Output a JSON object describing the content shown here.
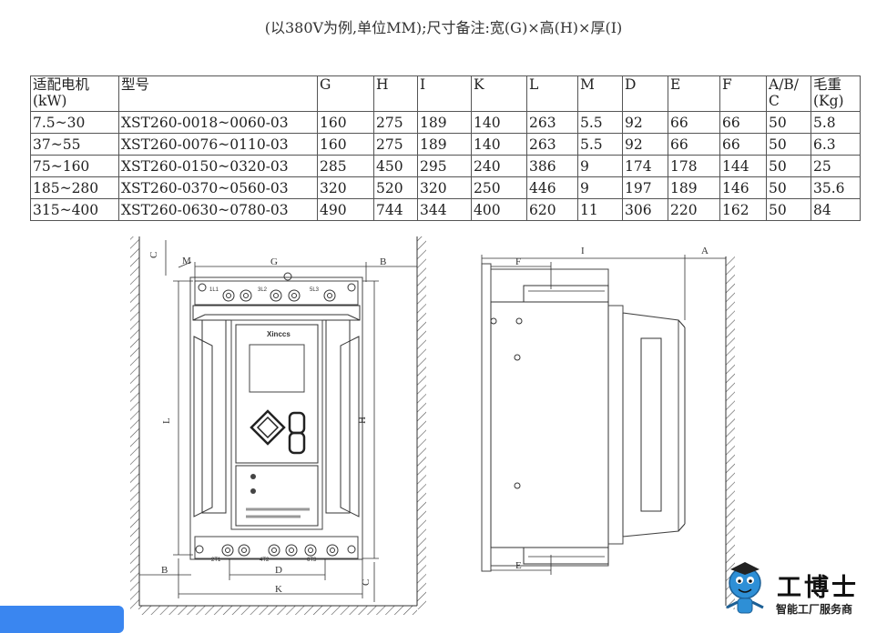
{
  "caption": "(以380V为例,单位MM);尺寸备注:宽(G)×高(H)×厚(I)",
  "table": {
    "headers": [
      "适配电机(kW)",
      "型号",
      "G",
      "H",
      "I",
      "K",
      "L",
      "M",
      "D",
      "E",
      "F",
      "A/B/C",
      "毛重(Kg)"
    ],
    "header_lines": {
      "motor": [
        "适配电机",
        "(kW)"
      ],
      "abc": [
        "A/B/",
        "C"
      ],
      "weight": [
        "毛重",
        "(Kg)"
      ]
    },
    "rows": [
      [
        "7.5~30",
        "XST260-0018~0060-03",
        "160",
        "275",
        "189",
        "140",
        "263",
        "5.5",
        "92",
        "66",
        "66",
        "50",
        "5.8"
      ],
      [
        "37~55",
        "XST260-0076~0110-03",
        "160",
        "275",
        "189",
        "140",
        "263",
        "5.5",
        "92",
        "66",
        "66",
        "50",
        "6.3"
      ],
      [
        "75~160",
        "XST260-0150~0320-03",
        "285",
        "450",
        "295",
        "240",
        "386",
        "9",
        "174",
        "178",
        "144",
        "50",
        "25"
      ],
      [
        "185~280",
        "XST260-0370~0560-03",
        "320",
        "520",
        "320",
        "250",
        "446",
        "9",
        "197",
        "189",
        "146",
        "50",
        "35.6"
      ],
      [
        "315~400",
        "XST260-0630~0780-03",
        "490",
        "744",
        "344",
        "400",
        "620",
        "11",
        "306",
        "220",
        "162",
        "50",
        "84"
      ]
    ]
  },
  "dimension_labels": {
    "C": "C",
    "M": "M",
    "G": "G",
    "B": "B",
    "L": "L",
    "H": "H",
    "D": "D",
    "K": "K",
    "F": "F",
    "I": "I",
    "A": "A",
    "E": "E"
  },
  "device_labels": {
    "brand": "Xinccs",
    "terminals_top": [
      "1L1",
      "3L2",
      "5L3"
    ],
    "terminals_bottom": [
      "2T1",
      "4T2",
      "6T3"
    ]
  },
  "logo": {
    "title": "工博士",
    "subtitle": "智能工厂服务商"
  }
}
